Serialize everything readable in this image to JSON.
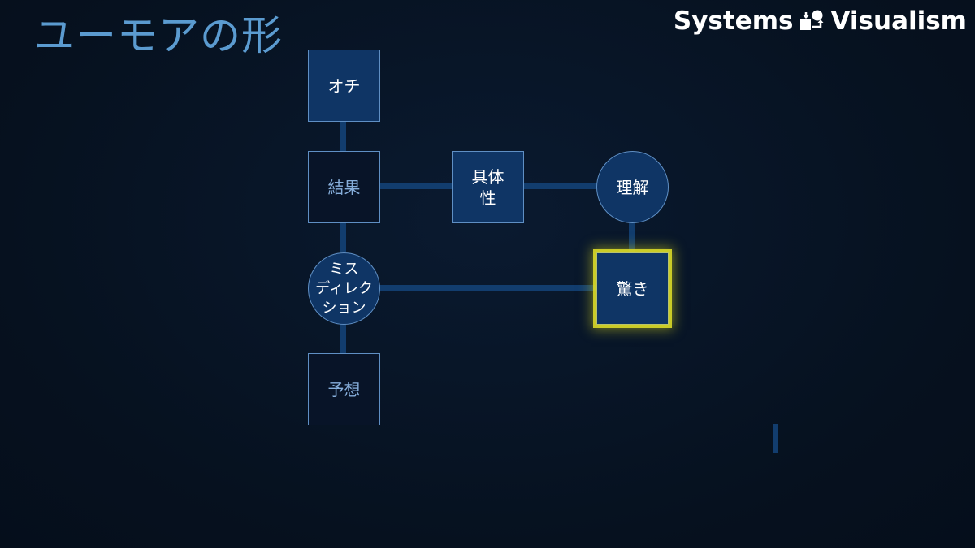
{
  "slide": {
    "title": "ユーモアの形"
  },
  "brand": {
    "left_text": "Systems",
    "right_text": "Visualism",
    "icon": "systems-visualism-logo-icon"
  },
  "diagram": {
    "nodes": {
      "ochi": "オチ",
      "kekka": "結果",
      "gutaisei": "具体\n性",
      "rikai": "理解",
      "misdirection": "ミス\nディレクション",
      "odoroki": "驚き",
      "yosou": "予想"
    }
  },
  "colors": {
    "background": "#071326",
    "title": "#5b9bd0",
    "node_fill": "#0f3565",
    "connector": "#123d6e",
    "highlight": "#d8d828"
  }
}
